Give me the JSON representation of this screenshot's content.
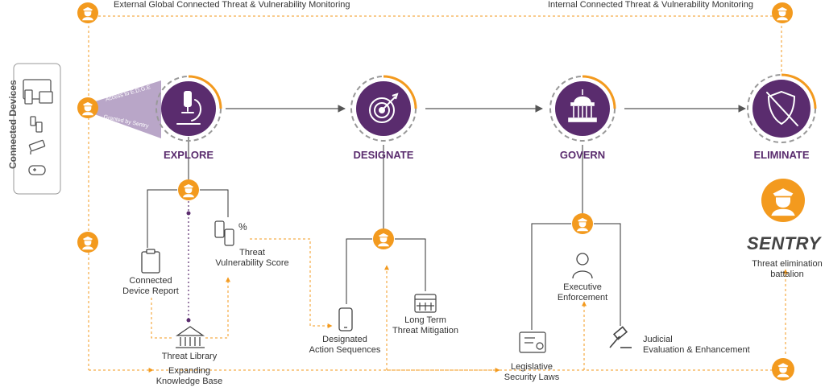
{
  "header": {
    "left": "External Global Connected Threat & Vulnerability Monitoring",
    "right": "Internal Connected Threat & Vulnerability Monitoring"
  },
  "side": {
    "label": "Connected Devices"
  },
  "wedge": {
    "top": "Access to E.D.G.E",
    "bottom": "Granted by Sentry"
  },
  "stages": {
    "explore": "EXPLORE",
    "designate": "DESIGNATE",
    "govern": "GOVERN",
    "eliminate": "ELIMINATE"
  },
  "explore": {
    "report": "Connected\nDevice Report",
    "score": "Threat\nVulnerability Score",
    "score_symbol": "%",
    "library": "Threat Library",
    "knowledge": "Expanding\nKnowledge Base"
  },
  "designate": {
    "actions": "Designated\nAction Sequences",
    "mitigation": "Long Term\nThreat Mitigation"
  },
  "govern": {
    "executive": "Executive\nEnforcement",
    "judicial": "Judicial\nEvaluation & Enhancement",
    "laws": "Legislative\nSecurity Laws"
  },
  "eliminate": {
    "brand": "SENTRY",
    "tagline": "Threat elimination\nbattalion"
  },
  "colors": {
    "purple": "#5a2c6e",
    "orange": "#f39a1e",
    "grey": "#555555"
  },
  "icons": [
    "microscope-icon",
    "target-icon",
    "capitol-icon",
    "shield-slash-icon",
    "officer-icon",
    "clipboard-icon",
    "devices-icon",
    "bank-icon",
    "phone-icon",
    "calendar-icon",
    "person-icon",
    "gavel-icon",
    "certificate-icon",
    "camera-icon",
    "gamepad-icon"
  ]
}
